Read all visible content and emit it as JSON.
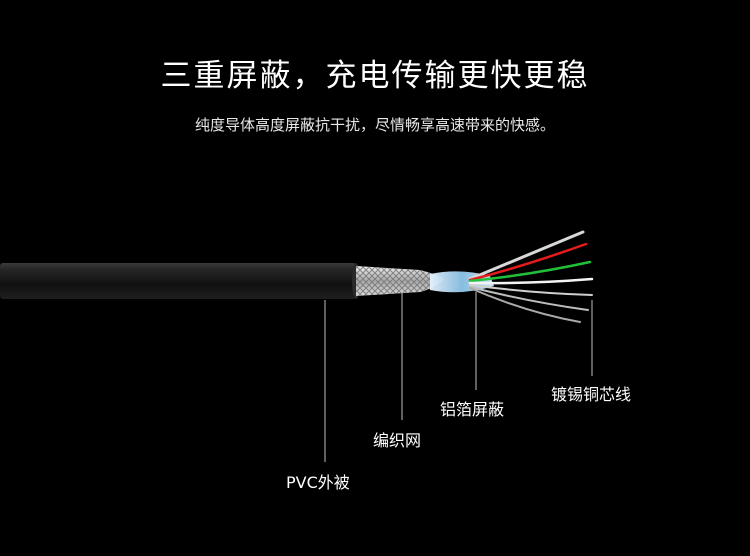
{
  "heading": {
    "title": "三重屏蔽，充电传输更快更稳",
    "subtitle": "纯度导体高度屏蔽抗干扰，尽情畅享高速带来的快感。"
  },
  "callouts": {
    "jacket": "PVC外被",
    "braid": "编织网",
    "foil": "铝箔屏蔽",
    "strands": "镀锡铜芯线"
  },
  "colors": {
    "background": "#000000",
    "jacket": "#1b1b1b",
    "braid": "#c8c8c8",
    "foil": "#9ad0ee",
    "wire_red": "#e21c1c",
    "wire_green": "#22c03a",
    "wire_white": "#f4f4f4",
    "leader_line": "#bfbfbf"
  }
}
